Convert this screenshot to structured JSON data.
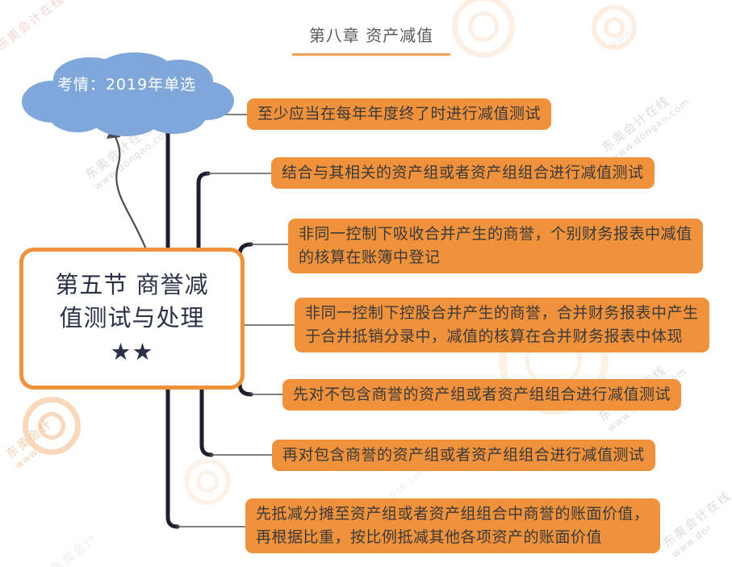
{
  "page": {
    "title": "第八章 资产减值"
  },
  "cloud": {
    "label": "考情：2019年单选"
  },
  "root": {
    "lines": [
      "第五节 商誉减",
      "值测试与处理",
      "★★"
    ]
  },
  "branches": [
    {
      "lines": [
        "至少应当在每年年度终了时进行减值测试"
      ]
    },
    {
      "lines": [
        "结合与其相关的资产组或者资产组组合进行减值测试"
      ]
    },
    {
      "lines": [
        "非同一控制下吸收合并产生的商誉，个别财务报表中减值",
        "的核算在账簿中登记"
      ]
    },
    {
      "lines": [
        "非同一控制下控股合并产生的商誉，合并财务报表中产生",
        "于合并抵销分录中，减值的核算在合并财务报表中体现"
      ]
    },
    {
      "lines": [
        "先对不包含商誉的资产组或者资产组组合进行减值测试"
      ]
    },
    {
      "lines": [
        "再对包含商誉的资产组或者资产组组合进行减值测试"
      ]
    },
    {
      "lines": [
        "先抵减分摊至资产组或者资产组组合中商誉的账面价值，",
        "再根据比重，按比例抵减其他各项资产的账面价值"
      ]
    }
  ],
  "watermark": {
    "brand": "东奥会计在线",
    "brand_short": "东奥会计",
    "site": "www.dongao.com",
    "site_short": "www.dor",
    "www": "www."
  },
  "colors": {
    "branch_orange": "#F0913C",
    "cloud_blue": "#7FA7D9",
    "title_underline": "#F2A159",
    "thick_line": "#1D1F2E",
    "thin_line": "#565656",
    "root_text": "#2B3147",
    "branch_text": "#3A3A3A",
    "title_text": "#5A5A5A"
  }
}
